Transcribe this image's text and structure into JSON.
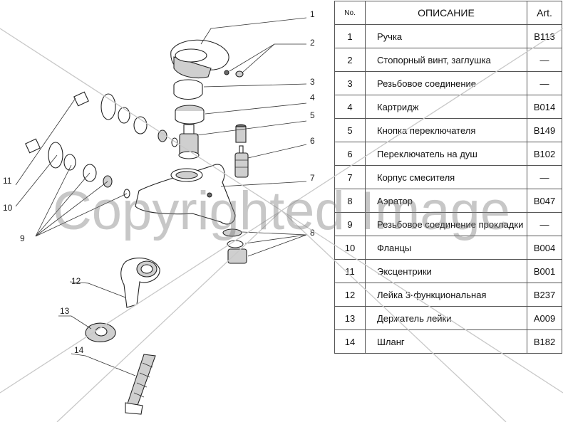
{
  "table": {
    "headers": {
      "no": "No.",
      "description": "ОПИСАНИЕ",
      "art": "Art."
    },
    "rows": [
      {
        "no": "1",
        "description": "Ручка",
        "art": "B113"
      },
      {
        "no": "2",
        "description": "Стопорный винт, заглушка",
        "art": "—"
      },
      {
        "no": "3",
        "description": "Резьбовое соединение",
        "art": "—"
      },
      {
        "no": "4",
        "description": "Картридж",
        "art": "B014"
      },
      {
        "no": "5",
        "description": "Кнопка переключателя",
        "art": "B149"
      },
      {
        "no": "6",
        "description": "Переключатель на душ",
        "art": "B102"
      },
      {
        "no": "7",
        "description": "Корпус смесителя",
        "art": "—"
      },
      {
        "no": "8",
        "description": "Аэратор",
        "art": "B047"
      },
      {
        "no": "9",
        "description": "Резьбовое соединение прокладки",
        "art": "—"
      },
      {
        "no": "10",
        "description": "Фланцы",
        "art": "B004"
      },
      {
        "no": "11",
        "description": "Эксцентрики",
        "art": "B001"
      },
      {
        "no": "12",
        "description": "Лейка 3-функциональная",
        "art": "B237"
      },
      {
        "no": "13",
        "description": "Держатель лейки",
        "art": "A009"
      },
      {
        "no": "14",
        "description": "Шланг",
        "art": "B182"
      }
    ]
  },
  "diagram": {
    "callouts": [
      "1",
      "2",
      "3",
      "4",
      "5",
      "6",
      "7",
      "8",
      "9",
      "10",
      "11",
      "12",
      "13",
      "14"
    ]
  },
  "watermark": {
    "text": "Copyrighted Image"
  }
}
